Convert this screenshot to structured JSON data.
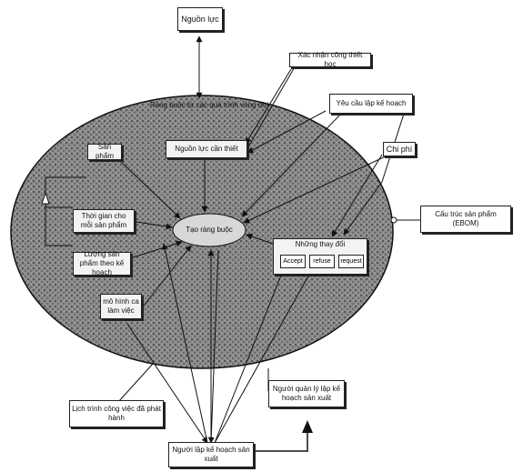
{
  "diagram": {
    "resources_label": "Nguồn lực",
    "confirm_label": "Xác nhận công thiết học",
    "request_label": "Yêu cầu lập kế hoạch",
    "cost_label": "Chi phí",
    "lifecycle_label": "Ràng buộc từ các quá trình vòng đời",
    "needed_resources_label": "Nguồn lực cần thiết",
    "product_label": "Sản phẩm",
    "time_label": "Thời gian cho mỗi sản phẩm",
    "quantity_label": "Lượng sản phẩm theo kế hoạch",
    "constraint_label": "Tạo ràng buộc",
    "changes_label": "Những thay đổi",
    "accept_label": "Accept",
    "refuse_label": "refuse",
    "request_btn_label": "request",
    "shift_label": "mô hình ca làm việc",
    "structure_label": "Cấu trúc sản phẩm (EBOM)",
    "schedule_label": "Lịch trình công việc đã phát hành",
    "manager_label": "Người quản lý lập kế hoạch sản xuất",
    "planner_label": "Người lập kế hoạch sản xuất"
  }
}
